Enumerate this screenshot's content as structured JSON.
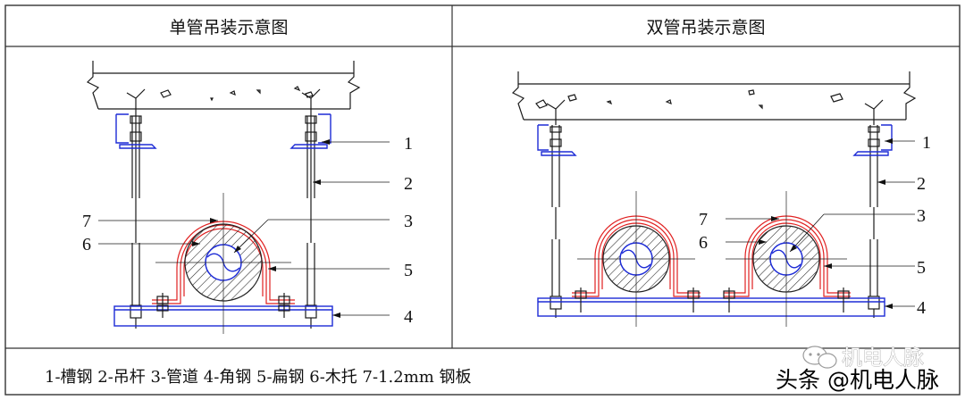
{
  "titles": {
    "single": "单管吊装示意图",
    "double": "双管吊装示意图"
  },
  "callouts": {
    "single_left": [
      "7",
      "6"
    ],
    "single_right": [
      "1",
      "2",
      "3",
      "5",
      "4"
    ],
    "double_left": [
      "7",
      "6"
    ],
    "double_right": [
      "1",
      "2",
      "3",
      "5",
      "4"
    ]
  },
  "legend": "1-槽钢 2-吊杆 3-管道 4-角钢 5-扁钢 6-木托 7-1.2mm 钢板",
  "watermark": {
    "logo_text": "机电人脉",
    "footer_text": "头条 @机电人脉"
  },
  "colors": {
    "border": "#333333",
    "steel_blue": "#1d2bd6",
    "plate_red": "#e02020",
    "lines": "#1a1a1a"
  }
}
